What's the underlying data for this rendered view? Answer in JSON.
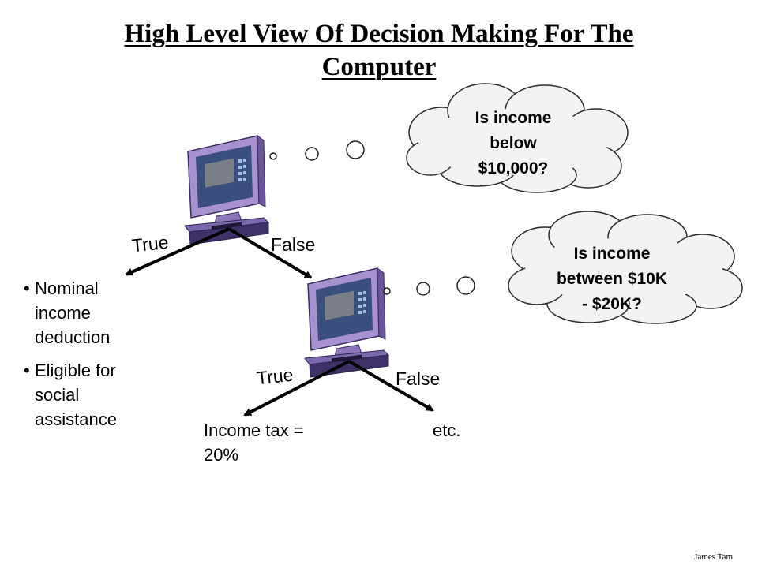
{
  "title": {
    "line1": "High Level View Of Decision Making For The",
    "line2": "Computer"
  },
  "clouds": {
    "first": [
      "Is income",
      "below",
      "$10,000?"
    ],
    "second": [
      "Is income",
      "between $10K",
      "- $20K?"
    ]
  },
  "branches": {
    "top_true": "True",
    "top_false": "False",
    "bottom_true": "True",
    "bottom_false": "False"
  },
  "outcomes": {
    "true_list": [
      "Nominal income deduction",
      "Eligible for social assistance"
    ],
    "income_tax": "Income tax = 20%",
    "etc": "etc."
  },
  "footer": "James Tam",
  "colors": {
    "computer_body": "#9f89c8",
    "computer_dark": "#4a3a78",
    "screen": "#3a4f7c",
    "cloud_fill": "#f2f2f2"
  }
}
